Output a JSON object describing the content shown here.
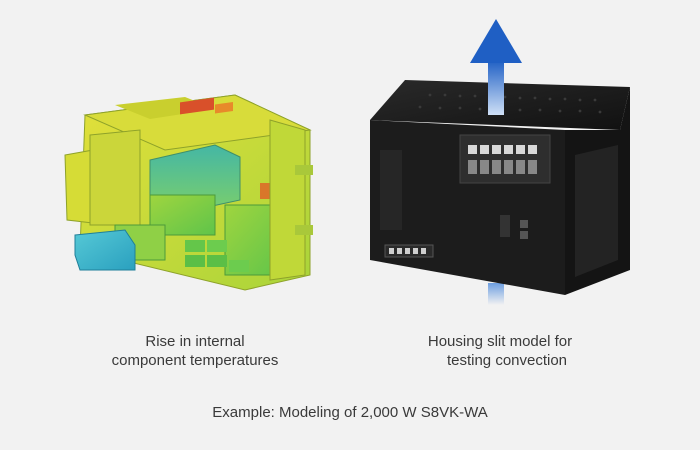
{
  "captions": {
    "left_line1": "Rise in internal",
    "left_line2": "component temperatures",
    "right_line1": "Housing slit model for",
    "right_line2": "testing convection",
    "bottom": "Example: Modeling of 2,000 W S8VK-WA"
  },
  "colors": {
    "background": "#f2f2f2",
    "arrow_blue": "#1f5fc4",
    "housing_black": "#1c1c1c",
    "thermal_hot": "#d9502a",
    "thermal_warm": "#c8d62a",
    "thermal_mid": "#7fcf3a",
    "thermal_cool": "#3bb8c8"
  },
  "icons": {
    "airflow": "up-arrow-icon"
  }
}
